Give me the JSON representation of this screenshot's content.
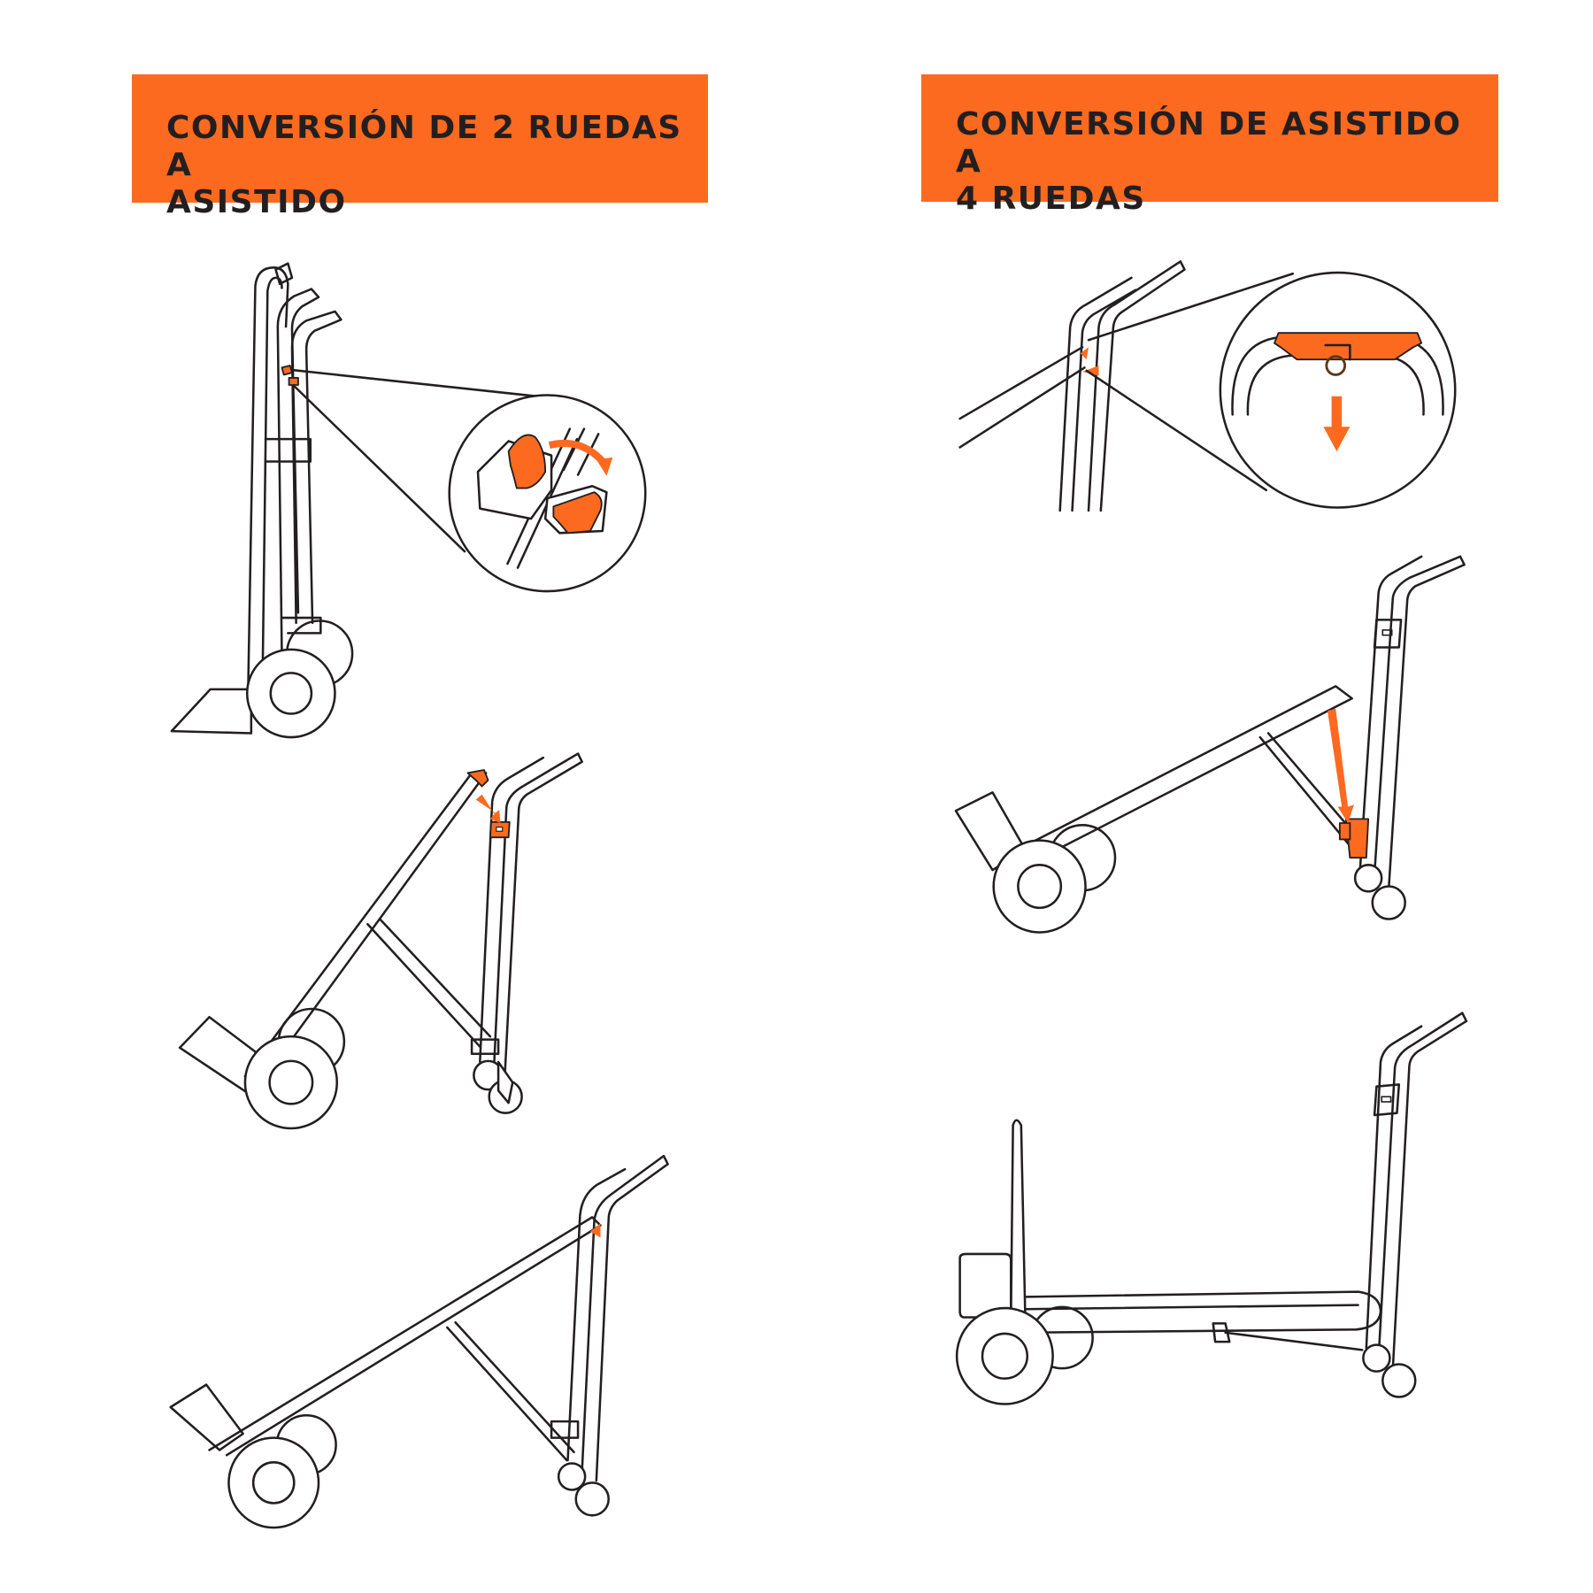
{
  "sections": [
    {
      "id": "left",
      "title_lines": [
        "CONVERSIÓN DE 2 RUEDAS A",
        "ASISTIDO"
      ],
      "steps": [
        {
          "name": "step-1-upright-hand-truck",
          "detail": "zoom-callout-release-latch"
        },
        {
          "name": "step-2-lower-frame-into-bracket",
          "detail": "orange-arrow-to-bracket"
        },
        {
          "name": "step-3-assisted-mode"
        }
      ]
    },
    {
      "id": "right",
      "title_lines": [
        "CONVERSIÓN DE ASISTIDO A",
        "4 RUEDAS"
      ],
      "steps": [
        {
          "name": "step-1-pull-release-pin",
          "detail": "zoom-callout-pin-down-arrow"
        },
        {
          "name": "step-2-lower-frame-onto-caster-bracket",
          "detail": "orange-arrow-down"
        },
        {
          "name": "step-3-four-wheel-platform-cart"
        }
      ]
    }
  ],
  "colors": {
    "accent": "#fc6a1f",
    "line": "#231f20",
    "background": "#ffffff"
  }
}
